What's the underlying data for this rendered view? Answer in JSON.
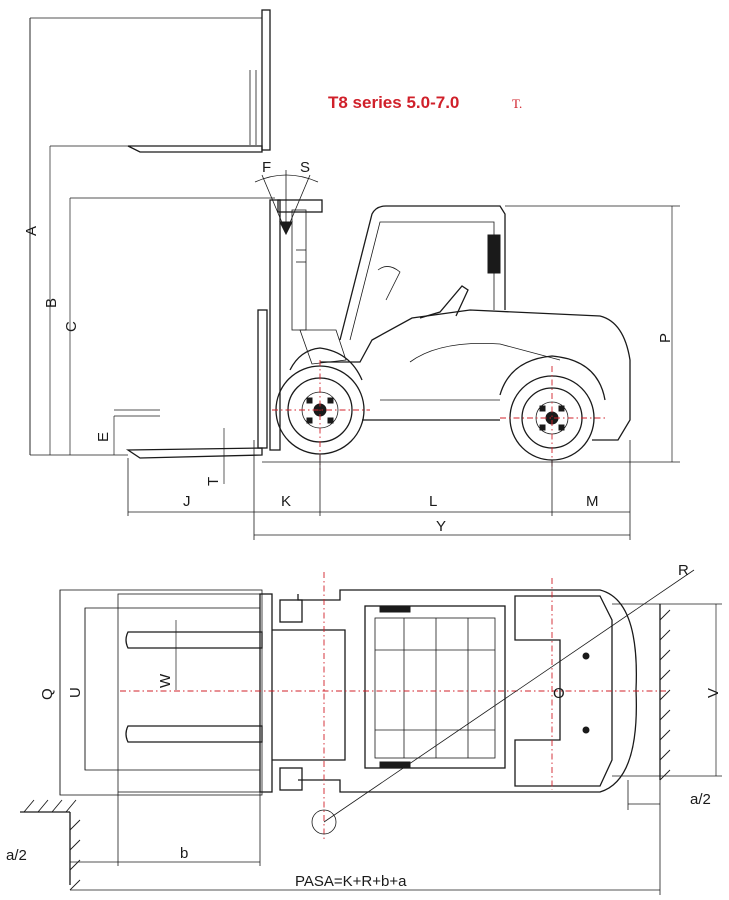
{
  "title": {
    "main": "T8 series 5.0-7.0",
    "unit": "T."
  },
  "side_view_labels": {
    "A": "A",
    "B": "B",
    "C": "C",
    "E": "E",
    "F": "F",
    "S": "S",
    "T": "T",
    "P": "P",
    "J": "J",
    "K": "K",
    "L": "L",
    "M": "M",
    "Y": "Y"
  },
  "top_view_labels": {
    "R": "R",
    "Q": "Q",
    "U": "U",
    "W": "W",
    "O": "O",
    "V": "V",
    "a2_right": "a/2",
    "a2_left": "a/2",
    "b": "b",
    "pasa": "PASA=K+R+b+a"
  },
  "colors": {
    "line": "#1a1a1a",
    "accent_red": "#d0202a"
  }
}
